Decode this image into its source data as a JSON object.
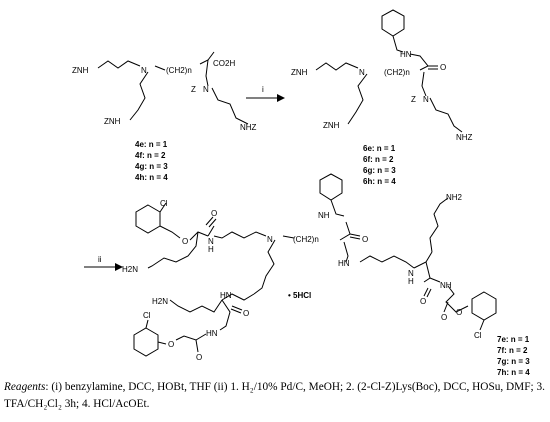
{
  "scheme": {
    "start_left": {
      "zn_top": "ZNH",
      "n_center": "N",
      "chain": "(CH2)n",
      "acid": "CO2H",
      "zn_low": "ZNH",
      "z_label": "Z",
      "n_alpha": "N",
      "nhz": "NHZ"
    },
    "series_left": [
      "4e: n = 1",
      "4f: n = 2",
      "4g: n = 3",
      "4h: n = 4"
    ],
    "arrow_i": "i",
    "start_right": {
      "hn_amide": "HN",
      "o_label": "O",
      "zn_top": "ZNH",
      "n_center": "N",
      "chain": "(CH2)n",
      "zn_low": "ZNH",
      "z_label": "Z",
      "n_alpha": "N",
      "nhz": "NHZ"
    },
    "series_right": [
      "6e: n = 1",
      "6f: n = 2",
      "6g: n = 3",
      "6h: n = 4"
    ],
    "arrow_ii": "ii",
    "product": {
      "cl_left": "Cl",
      "o_ether": "O",
      "o_carbonyl": "O",
      "nh_amide": "N",
      "nh_amide_h": "H",
      "n_center": "N",
      "chain": "(CH2)n",
      "nh_bn": "NH",
      "o_bn": "O",
      "nh2_right": "NH2",
      "h2n_left": "H2N",
      "hn_mid": "HN",
      "nh_mid": "N",
      "nh_mid_h": "H",
      "o_mid": "O",
      "nh_carb": "NH",
      "o_carb1": "O",
      "o_carb2": "O",
      "cl_right": "Cl",
      "hn_low": "HN",
      "o_low": "O",
      "h2n_low": "H2N",
      "hn_carb_low": "HN",
      "o_carb_low1": "O",
      "o_carb_low2": "O",
      "cl_low": "Cl",
      "salt": "• 5HCl"
    },
    "series_product": [
      "7e: n = 1",
      "7f: n = 2",
      "7g: n = 3",
      "7h: n = 4"
    ]
  },
  "caption": {
    "lead": "Reagents",
    "text": ": (i) benzylamine, DCC, HOBt, THF (ii) 1. H₂/10% Pd/C, MeOH; 2. (2-Cl-Z)Lys(Boc), DCC, HOSu, DMF; 3. TFA/CH₂Cl₂ 3h; 4. HCl/AcOEt."
  }
}
